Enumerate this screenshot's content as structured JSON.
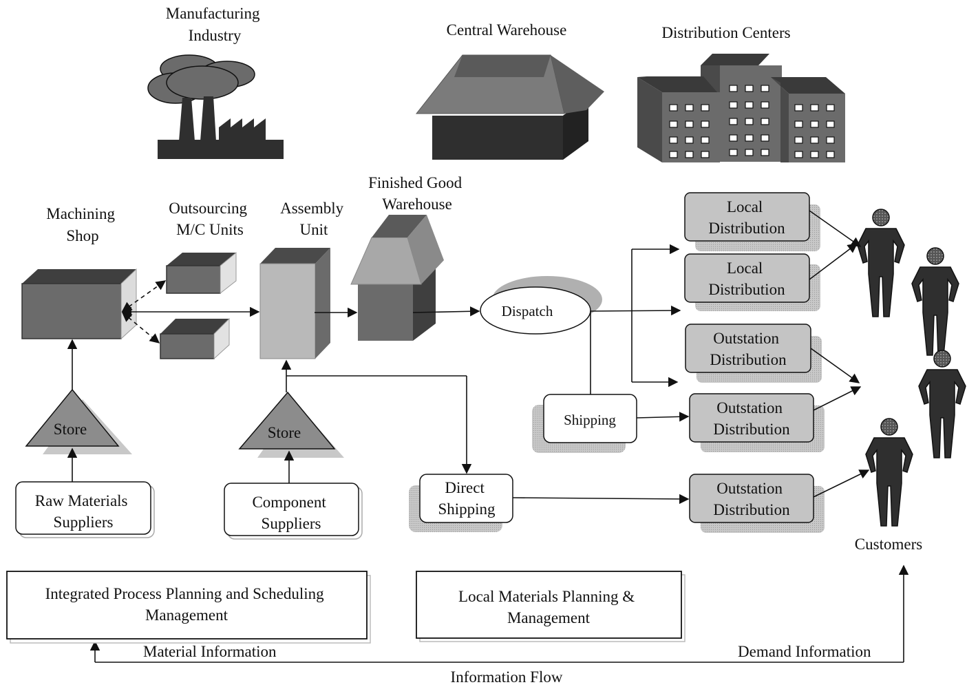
{
  "labels": {
    "manufacturing": [
      "Manufacturing",
      "Industry"
    ],
    "central_warehouse": "Central Warehouse",
    "distribution_centers": "Distribution Centers",
    "machining_shop": [
      "Machining",
      "Shop"
    ],
    "outsourcing": [
      "Outsourcing",
      "M/C Units"
    ],
    "assembly": [
      "Assembly",
      "Unit"
    ],
    "finished_good": [
      "Finished Good",
      "Warehouse"
    ],
    "store": "Store",
    "raw_materials": [
      "Raw Materials",
      "Suppliers"
    ],
    "component_suppliers": [
      "Component",
      "Suppliers"
    ],
    "dispatch": "Dispatch",
    "shipping": "Shipping",
    "direct_shipping": [
      "Direct",
      "Shipping"
    ],
    "local_distribution": [
      "Local",
      "Distribution"
    ],
    "outstation_distribution": [
      "Outstation",
      "Distribution"
    ],
    "customers": "Customers",
    "ipps": [
      "Integrated Process Planning and Scheduling",
      "Management"
    ],
    "lmpm": [
      "Local Materials Planning &",
      "Management"
    ],
    "material_info": "Material Information",
    "demand_info": "Demand Information",
    "info_flow": "Information Flow"
  },
  "colors": {
    "dark": "#2f2f2f",
    "medium": "#6b6b6b",
    "light": "#b9b9b9",
    "shadow": "#c4c4c4"
  }
}
